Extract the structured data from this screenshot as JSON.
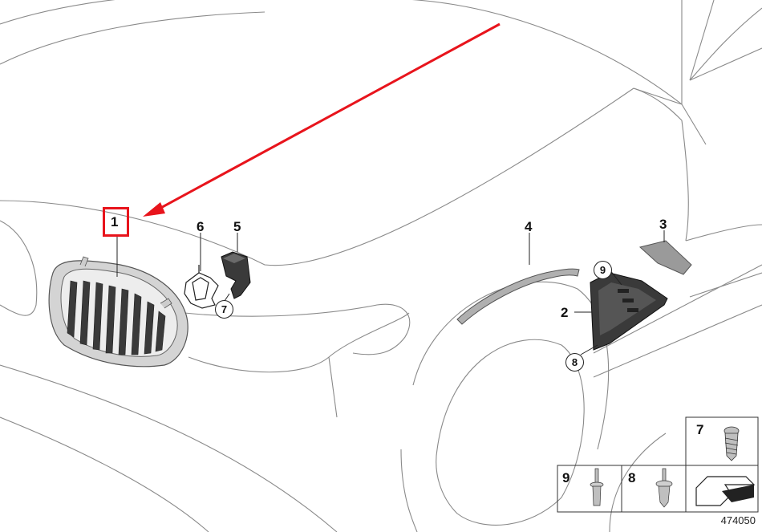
{
  "diagram": {
    "image_id": "474050",
    "highlighted_part": "1",
    "callouts": {
      "p1": "1",
      "p2": "2",
      "p3": "3",
      "p4": "4",
      "p5": "5",
      "p6": "6",
      "p7": "7",
      "p8": "8",
      "p9": "9"
    },
    "legend": {
      "cell_7": "7",
      "cell_8": "8",
      "cell_9": "9"
    },
    "colors": {
      "line": "#7a7a7a",
      "highlight": "#e8141c",
      "part_dark": "#3a3a3a",
      "part_silver": "#c9c9c9"
    }
  }
}
